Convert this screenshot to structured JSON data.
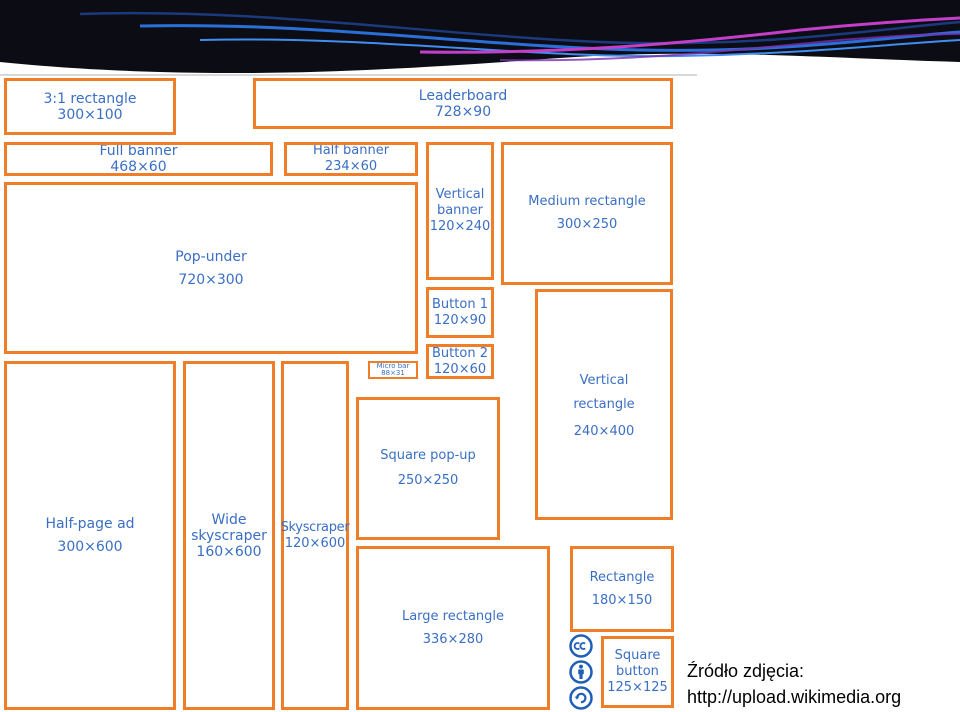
{
  "colors": {
    "border": "#f07d27",
    "label": "#3a6fc4",
    "header_dark": "#0c0c14",
    "header_swoosh_blue": "#2a6fd8",
    "header_swoosh_pink": "#c23fc8",
    "icon_blue": "#1f5fb8"
  },
  "ad_units": {
    "rect_3_1": {
      "label": "3:1 rectangle",
      "size": "300×100"
    },
    "leaderboard": {
      "label": "Leaderboard",
      "size": "728×90"
    },
    "full_banner": {
      "label": "Full banner",
      "size": "468×60"
    },
    "half_banner": {
      "label": "Half banner",
      "size": "234×60"
    },
    "vertical_banner": {
      "label": "Vertical\nbanner",
      "size": "120×240"
    },
    "medium_rectangle": {
      "label": "Medium rectangle",
      "size": "300×250"
    },
    "pop_under": {
      "label": "Pop-under",
      "size": "720×300"
    },
    "button_1": {
      "label": "Button 1",
      "size": "120×90"
    },
    "button_2": {
      "label": "Button 2",
      "size": "120×60"
    },
    "micro_bar": {
      "label": "Micro bar",
      "size": "88×31"
    },
    "vertical_rectangle": {
      "label": "Vertical\nrectangle",
      "size": "240×400"
    },
    "half_page_ad": {
      "label": "Half-page ad",
      "size": "300×600"
    },
    "wide_skyscraper": {
      "label": "Wide\nskyscraper",
      "size": "160×600"
    },
    "skyscraper": {
      "label": "Skyscraper",
      "size": "120×600"
    },
    "square_popup": {
      "label": "Square pop-up",
      "size": "250×250"
    },
    "rectangle": {
      "label": "Rectangle",
      "size": "180×150"
    },
    "large_rectangle": {
      "label": "Large rectangle",
      "size": "336×280"
    },
    "square_button": {
      "label": "Square\nbutton",
      "size": "125×125"
    }
  },
  "license_icons": [
    "cc-icon",
    "person-icon",
    "share-alike-icon"
  ],
  "caption": {
    "line1": "Źródło zdjęcia:",
    "line2": "http://upload.wikimedia.org"
  }
}
